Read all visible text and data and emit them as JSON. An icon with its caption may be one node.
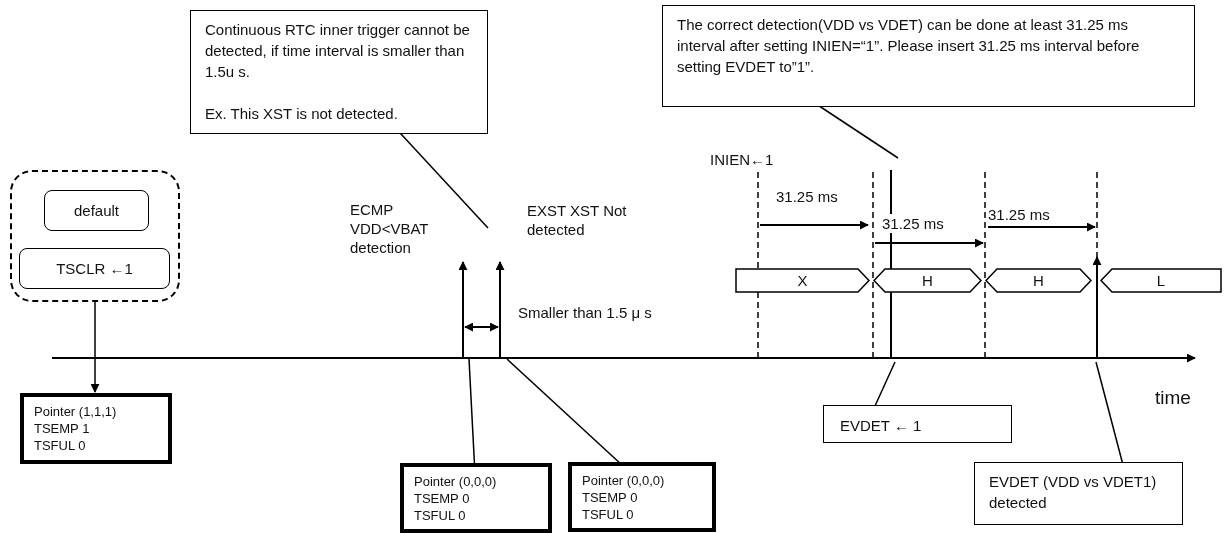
{
  "diagram": {
    "nodes": [
      {
        "text": [],
        "shape": "box"
      },
      {
        "text": [
          "default"
        ],
        "in": 0
      },
      {
        "text": [
          "TSCLR ←1"
        ],
        "in": 0
      },
      {
        "text": [
          "Pointer (1,1,1)",
          "TSEMP 1",
          "TSFUL 0"
        ]
      },
      {
        "text": [
          "Pointer (0,0,0)",
          "TSEMP 0",
          "TSFUL 0"
        ]
      },
      {
        "text": [
          "Pointer (0,0,0)",
          "TSEMP 0",
          "TSFUL 0"
        ]
      },
      {
        "text": [
          "Continuous RTC inner trigger cannot be detected, if time interval is smaller than 1.5u s.",
          "Ex. This XST is not detected."
        ]
      },
      {
        "text": [
          "The correct detection(VDD vs VDET) can be done at least 31.25 ms interval after setting INIEN=“1”. Please insert 31.25 ms interval before setting EVDET to”1”."
        ]
      },
      {
        "text": [
          "EVDET ← 1"
        ]
      },
      {
        "text": [
          "EVDET (VDD vs VDET1) detected"
        ]
      },
      {
        "text": [
          "X"
        ]
      },
      {
        "text": [
          "H"
        ]
      },
      {
        "text": [
          "H"
        ]
      },
      {
        "text": [
          "L"
        ]
      }
    ],
    "edges": [
      {
        "from": 0,
        "to": 3,
        "arrow": "to"
      },
      {
        "from": 4,
        "to": null,
        "arrow": "none"
      },
      {
        "from": 5,
        "to": null,
        "arrow": "none"
      },
      {
        "from": 6,
        "to": null,
        "arrow": "none"
      },
      {
        "from": 7,
        "to": null,
        "arrow": "none"
      },
      {
        "from": 8,
        "to": null,
        "arrow": "none"
      },
      {
        "from": 9,
        "to": null,
        "arrow": "none"
      }
    ],
    "labels": [
      "ECMP VDD<VBAT detection",
      "EXST XST Not detected",
      "INIEN←1",
      "31.25 ms",
      "31.25 ms",
      "31.25 ms",
      "Smaller than 1.5 μ s",
      "time"
    ]
  }
}
